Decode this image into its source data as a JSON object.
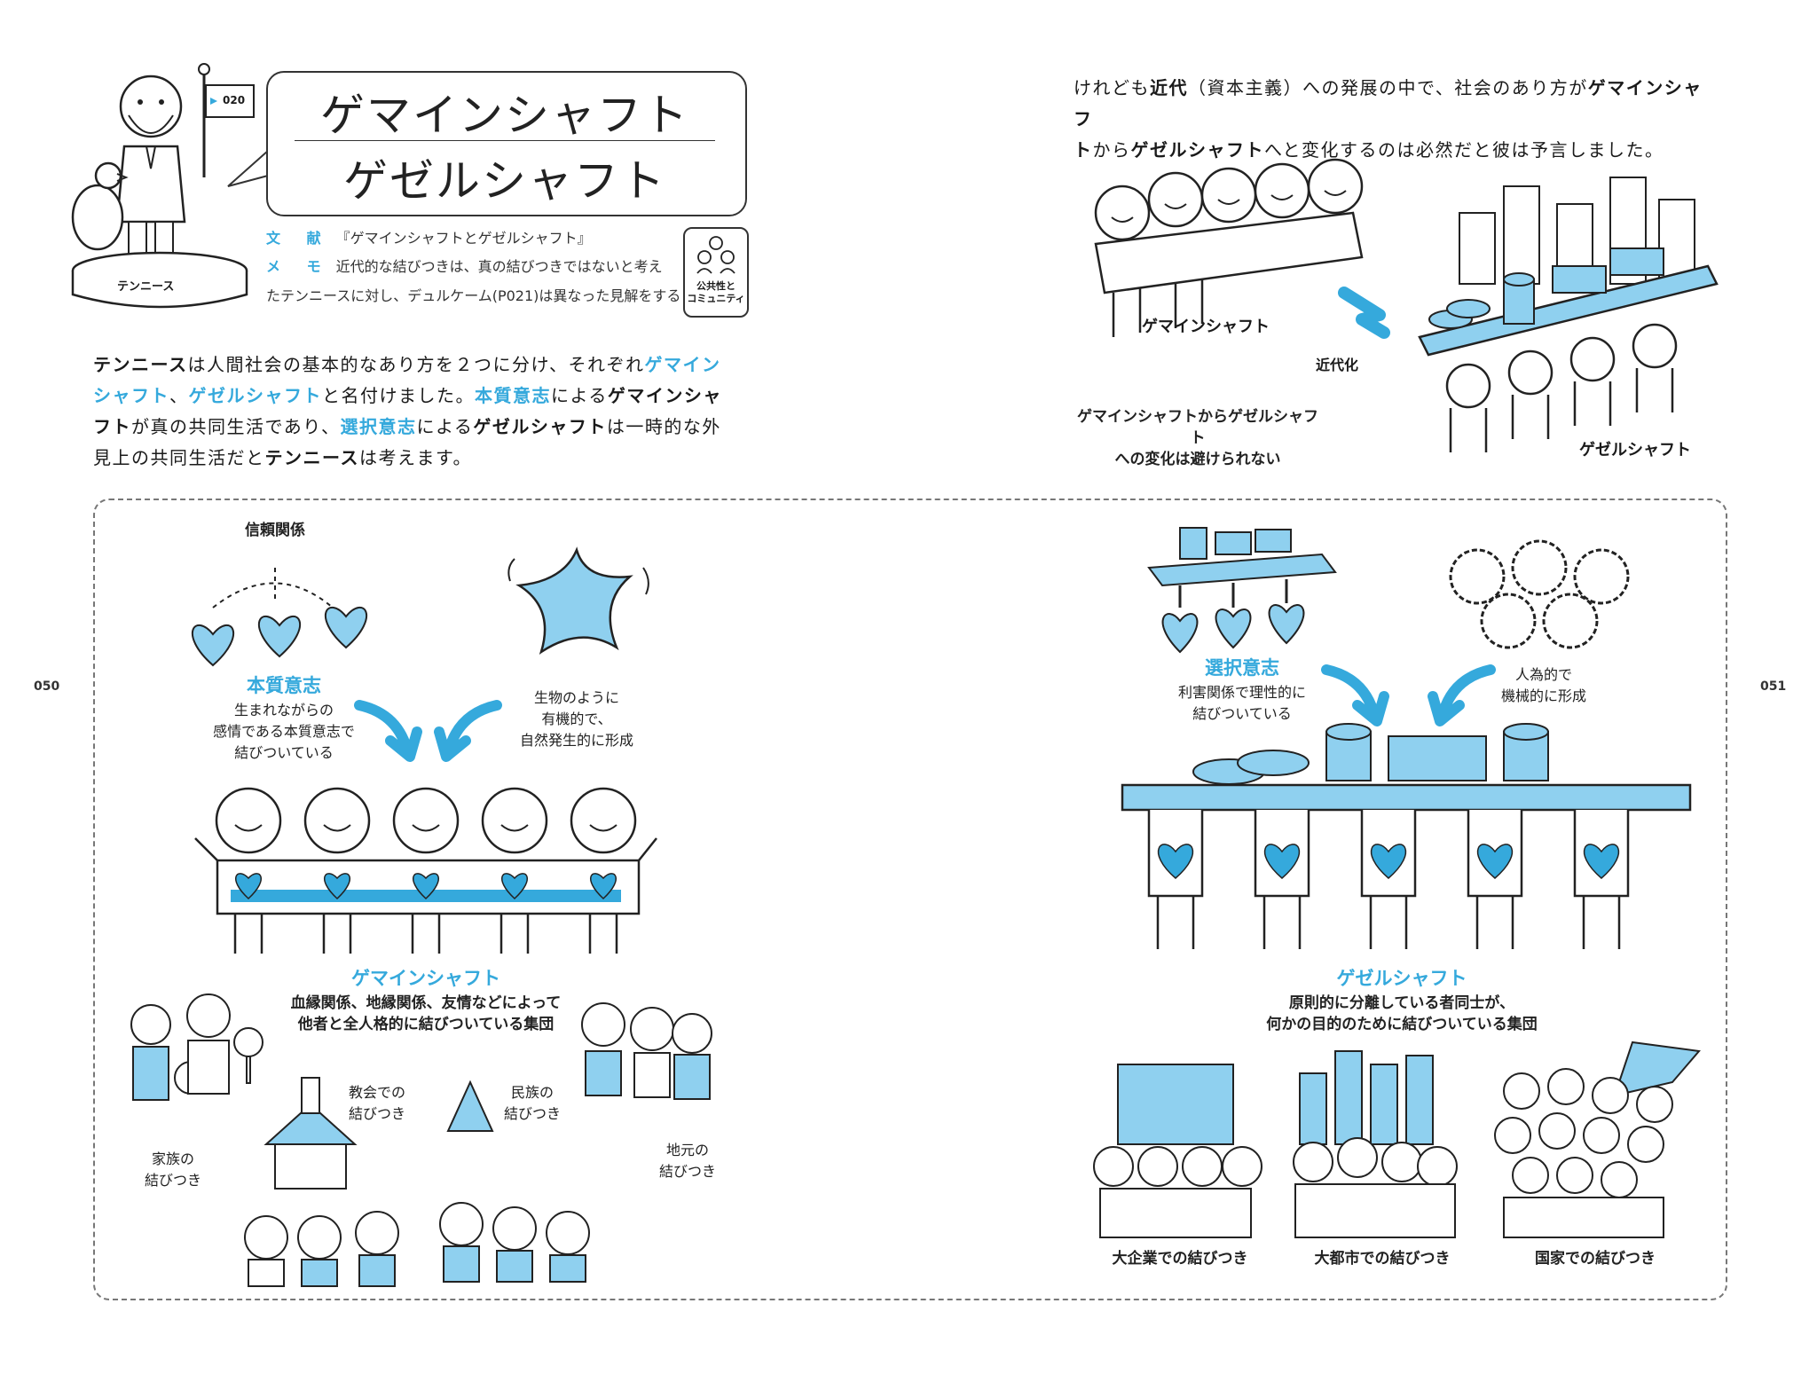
{
  "page_numbers": {
    "left": "050",
    "right": "051"
  },
  "header": {
    "flag_number": "020",
    "statue_label": "テンニース",
    "title_line1": "ゲマインシャフト",
    "title_line2": "ゲゼルシャフト",
    "ref_label": "文 献",
    "ref_text": "『ゲマインシャフトとゲゼルシャフト』",
    "memo_label": "メ モ",
    "memo_text_1": "近代的な結びつきは、真の結びつきではないと考え",
    "memo_text_2": "たテンニースに対し、デュルケーム(P021)は異なった見解をする",
    "category_line1": "公共性と",
    "category_line2": "コミュニティ"
  },
  "intro": {
    "p1": "テンニース",
    "p2": "は人間社会の基本的なあり方を２つに分け、それぞれ",
    "p3": "ゲマイン",
    "p4": "シャフト",
    "p5": "、",
    "p6": "ゲゼルシャフト",
    "p7": "と名付けました。",
    "p8": "本質意志",
    "p9": "による",
    "p10": "ゲマインシャ",
    "p11": "フト",
    "p12": "が真の共同生活であり、",
    "p13": "選択意志",
    "p14": "による",
    "p15": "ゲゼルシャフト",
    "p16": "は一時的な外",
    "p17": "見上の共同生活だと",
    "p18": "テンニース",
    "p19": "は考えます。"
  },
  "right_intro": {
    "r1": "けれども",
    "r2": "近代",
    "r3": "（資本主義）への発展の中で、社会のあり方が",
    "r4": "ゲマインシャフ",
    "r5": "ト",
    "r6": "から",
    "r7": "ゲゼルシャフト",
    "r8": "へと変化するのは必然だと彼は予言しました。"
  },
  "top_right_illustration": {
    "gemeinschaft_label": "ゲマインシャフト",
    "modernization_label": "近代化",
    "gesellschaft_label": "ゲゼルシャフト",
    "caption_line1": "ゲマインシャフトからゲゼルシャフト",
    "caption_line2": "への変化は避けられない"
  },
  "left_panel": {
    "trust_label": "信頼関係",
    "essential_will_heading": "本質意志",
    "essential_will_line1": "生まれながらの",
    "essential_will_line2": "感情である本質意志で",
    "essential_will_line3": "結びついている",
    "organic_line1": "生物のように",
    "organic_line2": "有機的で、",
    "organic_line3": "自然発生的に形成",
    "gemeinschaft_heading": "ゲマインシャフト",
    "gemeinschaft_desc_line1": "血縁関係、地縁関係、友情などによって",
    "gemeinschaft_desc_line2": "他者と全人格的に結びついている集団",
    "family_line1": "家族の",
    "family_line2": "結びつき",
    "church_line1": "教会での",
    "church_line2": "結びつき",
    "ethnic_line1": "民族の",
    "ethnic_line2": "結びつき",
    "local_line1": "地元の",
    "local_line2": "結びつき"
  },
  "right_panel": {
    "selective_will_heading": "選択意志",
    "selective_will_line1": "利害関係で理性的に",
    "selective_will_line2": "結びついている",
    "artificial_line1": "人為的で",
    "artificial_line2": "機械的に形成",
    "gesellschaft_heading": "ゲゼルシャフト",
    "gesellschaft_desc_line1": "原則的に分離している者同士が、",
    "gesellschaft_desc_line2": "何かの目的のために結びついている集団",
    "corp_label": "大企業での結びつき",
    "city_label": "大都市での結びつき",
    "nation_label": "国家での結びつき"
  },
  "colors": {
    "accent": "#35a9dc",
    "accent_light": "#8fd0ef",
    "ink": "#1a1a1a"
  }
}
